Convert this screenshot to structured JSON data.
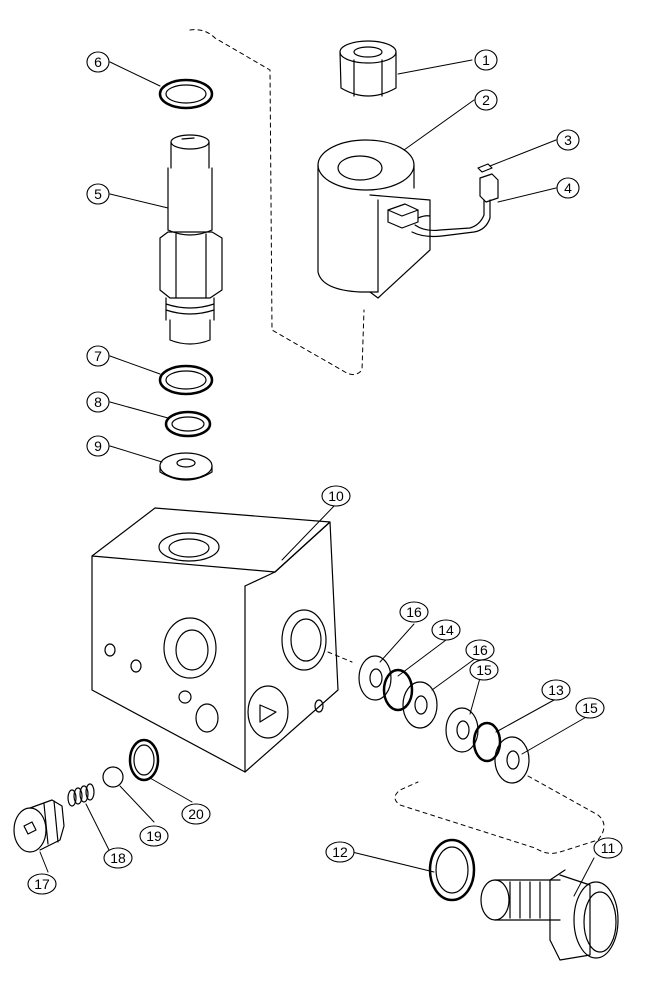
{
  "callouts": [
    {
      "id": "1",
      "label": "1"
    },
    {
      "id": "2",
      "label": "2"
    },
    {
      "id": "3",
      "label": "3"
    },
    {
      "id": "4",
      "label": "4"
    },
    {
      "id": "5",
      "label": "5"
    },
    {
      "id": "6",
      "label": "6"
    },
    {
      "id": "7",
      "label": "7"
    },
    {
      "id": "8",
      "label": "8"
    },
    {
      "id": "9",
      "label": "9"
    },
    {
      "id": "10",
      "label": "10"
    },
    {
      "id": "11",
      "label": "11"
    },
    {
      "id": "12",
      "label": "12"
    },
    {
      "id": "13",
      "label": "13"
    },
    {
      "id": "14",
      "label": "14"
    },
    {
      "id": "15a",
      "label": "15"
    },
    {
      "id": "15b",
      "label": "15"
    },
    {
      "id": "16a",
      "label": "16"
    },
    {
      "id": "16b",
      "label": "16"
    },
    {
      "id": "17",
      "label": "17"
    },
    {
      "id": "18",
      "label": "18"
    },
    {
      "id": "19",
      "label": "19"
    },
    {
      "id": "20",
      "label": "20"
    }
  ]
}
